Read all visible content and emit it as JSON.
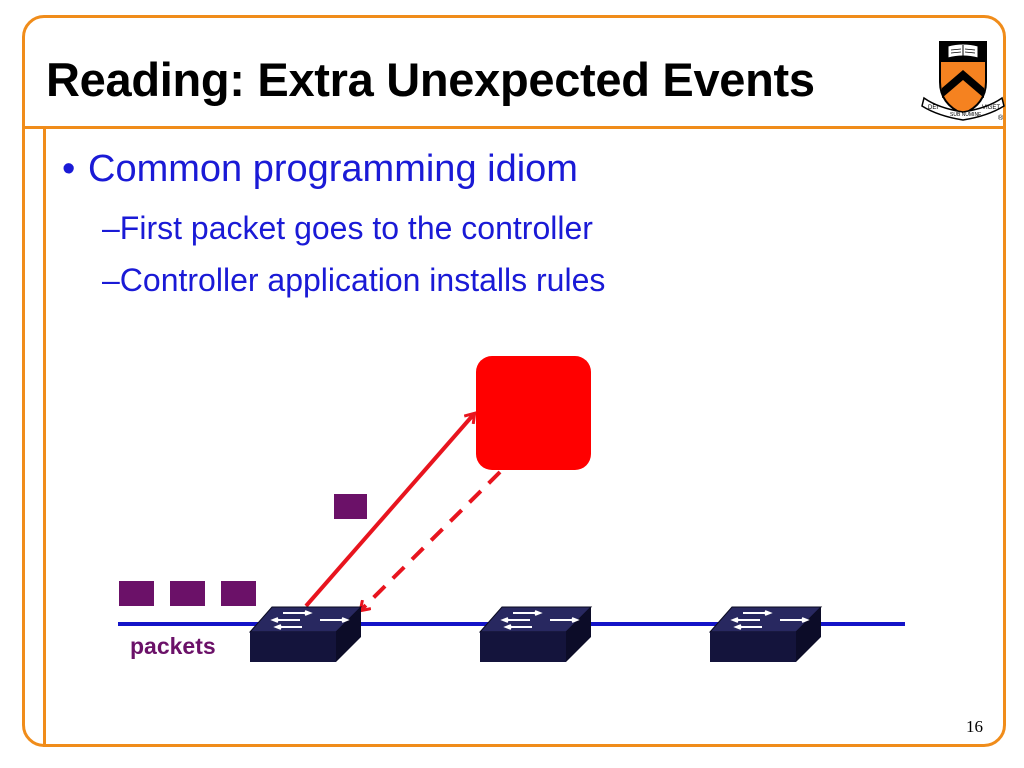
{
  "slide": {
    "title": "Reading: Extra Unexpected Events",
    "bullet": "Common programming idiom",
    "sub_items": [
      "First packet goes to the controller",
      "Controller application installs rules"
    ],
    "packets_label": "packets",
    "page_number": "16"
  },
  "logo": {
    "motto_left": "DEI",
    "motto_center": "SUB NUMINE",
    "motto_right": "VIGET",
    "mark": "®"
  },
  "colors": {
    "accent": "#f08c1a",
    "text_blue": "#1a1ad6",
    "controller": "#ff0000",
    "packet": "#6b1168",
    "switch": "#14143c",
    "link": "#1414c8",
    "arrow": "#e8141e"
  }
}
